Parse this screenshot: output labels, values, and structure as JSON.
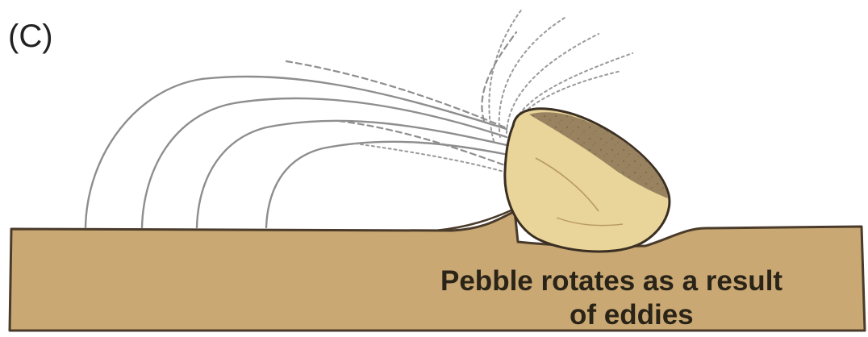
{
  "panel_label": "(C)",
  "caption": {
    "line1": "Pebble rotates as a result",
    "line2": "of eddies"
  },
  "colors": {
    "ground": "#c9a873",
    "ground_outline": "#4a3b2a",
    "pebble": "#e9d49a",
    "pebble_shadow": "#8a7355",
    "flow_lines": "#8e8e8e"
  }
}
